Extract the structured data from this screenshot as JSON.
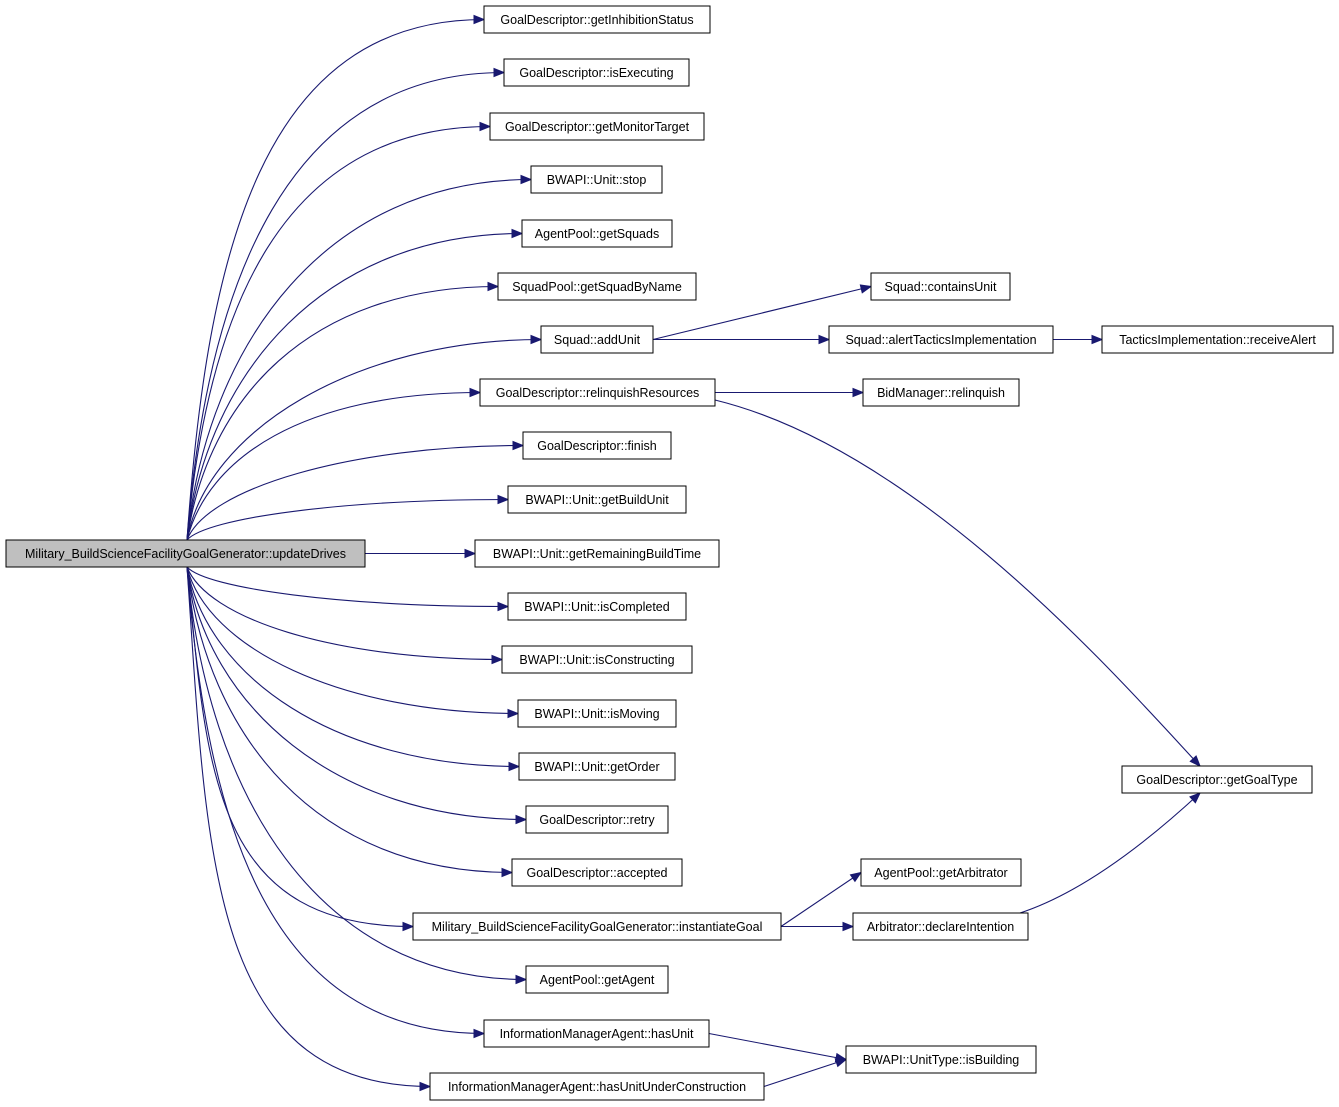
{
  "nodes": {
    "root": "Military_BuildScienceFacilityGoalGenerator::updateDrives",
    "getInhibitionStatus": "GoalDescriptor::getInhibitionStatus",
    "isExecuting": "GoalDescriptor::isExecuting",
    "getMonitorTarget": "GoalDescriptor::getMonitorTarget",
    "unitStop": "BWAPI::Unit::stop",
    "getSquads": "AgentPool::getSquads",
    "getSquadByName": "SquadPool::getSquadByName",
    "addUnit": "Squad::addUnit",
    "relinquishResources": "GoalDescriptor::relinquishResources",
    "finish": "GoalDescriptor::finish",
    "getBuildUnit": "BWAPI::Unit::getBuildUnit",
    "getRemainingBuildTime": "BWAPI::Unit::getRemainingBuildTime",
    "isCompleted": "BWAPI::Unit::isCompleted",
    "isConstructing": "BWAPI::Unit::isConstructing",
    "isMoving": "BWAPI::Unit::isMoving",
    "getOrder": "BWAPI::Unit::getOrder",
    "retry": "GoalDescriptor::retry",
    "accepted": "GoalDescriptor::accepted",
    "instantiateGoal": "Military_BuildScienceFacilityGoalGenerator::instantiateGoal",
    "getAgent": "AgentPool::getAgent",
    "hasUnit": "InformationManagerAgent::hasUnit",
    "hasUnitUnderConstruction": "InformationManagerAgent::hasUnitUnderConstruction",
    "containsUnit": "Squad::containsUnit",
    "alertTacticsImplementation": "Squad::alertTacticsImplementation",
    "receiveAlert": "TacticsImplementation::receiveAlert",
    "bidRelinquish": "BidManager::relinquish",
    "getGoalType": "GoalDescriptor::getGoalType",
    "getArbitrator": "AgentPool::getArbitrator",
    "declareIntention": "Arbitrator::declareIntention",
    "isBuilding": "BWAPI::UnitType::isBuilding"
  },
  "edges": [
    [
      "root",
      "getInhibitionStatus"
    ],
    [
      "root",
      "isExecuting"
    ],
    [
      "root",
      "getMonitorTarget"
    ],
    [
      "root",
      "unitStop"
    ],
    [
      "root",
      "getSquads"
    ],
    [
      "root",
      "getSquadByName"
    ],
    [
      "root",
      "addUnit"
    ],
    [
      "root",
      "relinquishResources"
    ],
    [
      "root",
      "finish"
    ],
    [
      "root",
      "getBuildUnit"
    ],
    [
      "root",
      "getRemainingBuildTime"
    ],
    [
      "root",
      "isCompleted"
    ],
    [
      "root",
      "isConstructing"
    ],
    [
      "root",
      "isMoving"
    ],
    [
      "root",
      "getOrder"
    ],
    [
      "root",
      "retry"
    ],
    [
      "root",
      "accepted"
    ],
    [
      "root",
      "instantiateGoal"
    ],
    [
      "root",
      "getAgent"
    ],
    [
      "root",
      "hasUnit"
    ],
    [
      "root",
      "hasUnitUnderConstruction"
    ],
    [
      "addUnit",
      "containsUnit"
    ],
    [
      "addUnit",
      "alertTacticsImplementation"
    ],
    [
      "alertTacticsImplementation",
      "receiveAlert"
    ],
    [
      "relinquishResources",
      "bidRelinquish"
    ],
    [
      "relinquishResources",
      "getGoalType"
    ],
    [
      "instantiateGoal",
      "getArbitrator"
    ],
    [
      "instantiateGoal",
      "declareIntention"
    ],
    [
      "declareIntention",
      "getGoalType"
    ],
    [
      "hasUnit",
      "isBuilding"
    ],
    [
      "hasUnitUnderConstruction",
      "isBuilding"
    ]
  ]
}
